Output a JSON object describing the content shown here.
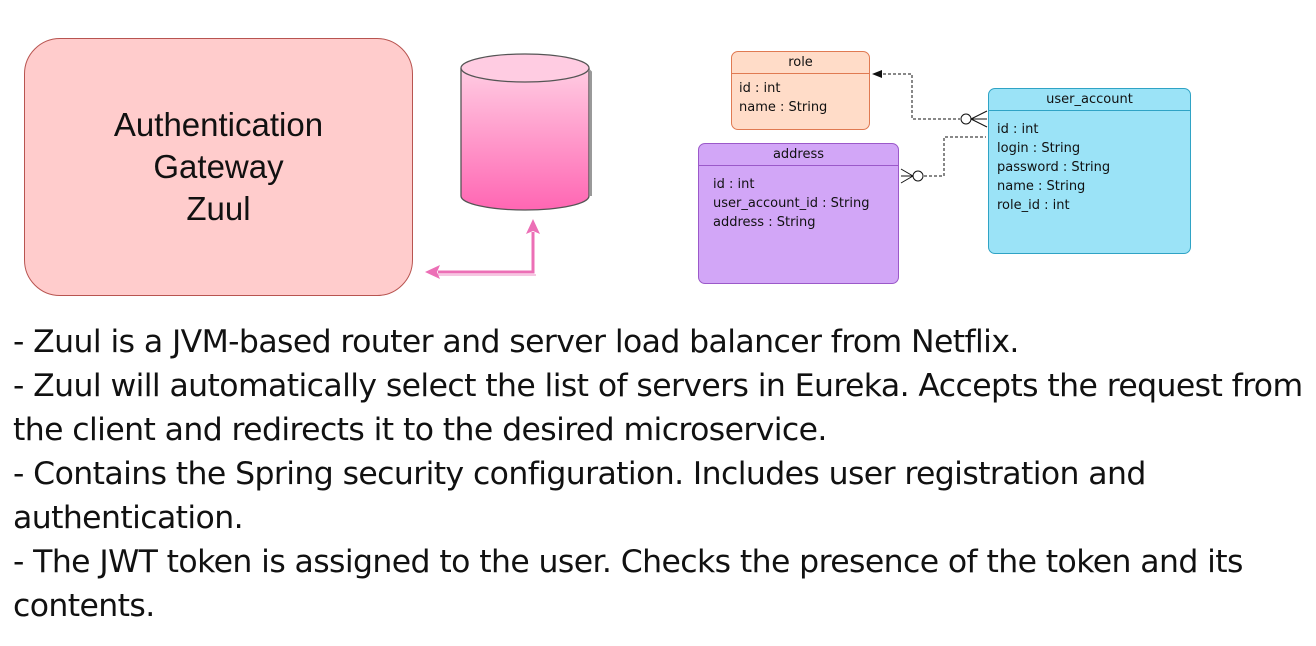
{
  "gateway": {
    "lines": [
      "Authentication",
      "Gateway",
      "Zuul"
    ]
  },
  "entities": {
    "role": {
      "title": "role",
      "fields": [
        "id : int",
        "name : String"
      ]
    },
    "address": {
      "title": "address",
      "fields": [
        "id : int",
        "user_account_id : String",
        "address : String"
      ]
    },
    "user_account": {
      "title": "user_account",
      "fields": [
        "id : int",
        "login : String",
        "password : String",
        "name : String",
        "role_id : int"
      ]
    }
  },
  "notes": [
    "- Zuul is a JVM-based router and server load balancer from Netflix.",
    "- Zuul will automatically select the list of servers in Eureka. Accepts the request from the client and redirects it to the desired microservice.",
    "- Contains the Spring security configuration. Includes user registration and authentication.",
    "- The JWT token is assigned to the user. Checks the presence of the token and its contents."
  ],
  "colors": {
    "gateway_fill": "#ffcccc",
    "database_fill_top": "#ffcce2",
    "database_fill_bottom": "#ff66b3",
    "arrow": "#ec6fb6",
    "role_fill": "#ffdcc8",
    "address_fill": "#d2a6f7",
    "user_account_fill": "#9be3f7"
  }
}
